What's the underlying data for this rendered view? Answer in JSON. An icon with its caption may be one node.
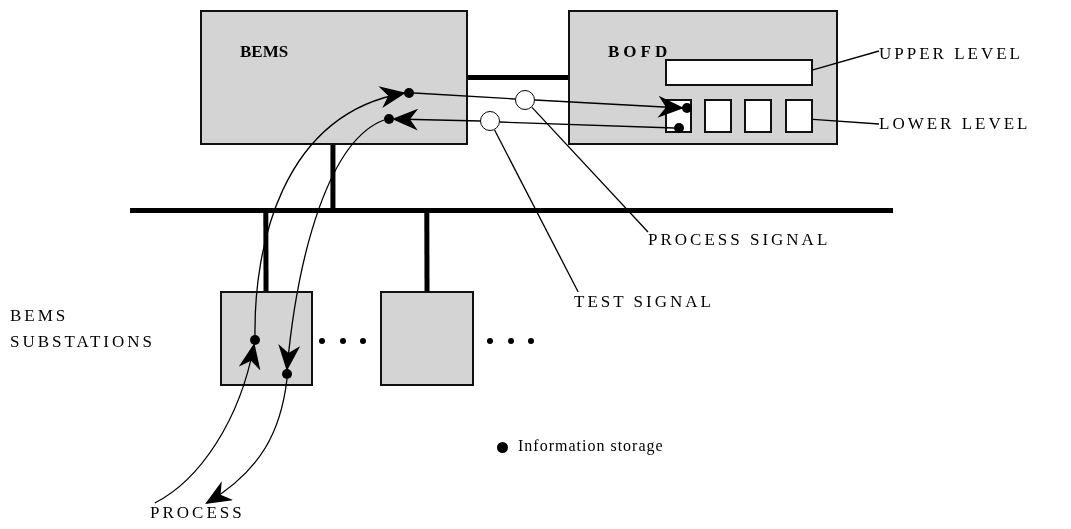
{
  "diagram": {
    "nodes": [
      {
        "text": [
          "BEMS"
        ]
      },
      {
        "text": [],
        "shape": "circle",
        "in": 0
      },
      {
        "text": [],
        "shape": "circle",
        "in": 0
      },
      {
        "text": [
          "BOFD"
        ]
      },
      {
        "text": [],
        "shape": "box",
        "in": 3
      },
      {
        "text": [],
        "shape": "box",
        "in": 3
      },
      {
        "text": [],
        "shape": "circle",
        "in": 5
      },
      {
        "text": [],
        "shape": "circle",
        "in": 5
      },
      {
        "text": [],
        "shape": "box",
        "in": 3
      },
      {
        "text": [],
        "shape": "box",
        "in": 3
      },
      {
        "text": [],
        "shape": "box",
        "in": 3
      },
      {
        "text": [
          "UPPER LEVEL"
        ]
      },
      {
        "text": [
          "LOWER LEVEL"
        ]
      },
      {
        "text": [],
        "shape": "circle"
      },
      {
        "text": [],
        "shape": "circle"
      },
      {
        "text": [],
        "shape": "bar"
      },
      {
        "text": [
          "PROCESS SIGNAL"
        ]
      },
      {
        "text": [
          "TEST SIGNAL"
        ]
      },
      {
        "text": [],
        "shape": "box"
      },
      {
        "text": [],
        "shape": "circle",
        "in": 18
      },
      {
        "text": [],
        "shape": "circle",
        "in": 18
      },
      {
        "text": [],
        "shape": "box"
      },
      {
        "text": [
          "PROCESS"
        ]
      }
    ],
    "edges": [
      {
        "from": 0,
        "to": 3,
        "arrow": "none",
        "style": "thick"
      },
      {
        "from": 0,
        "to": 15,
        "arrow": "none",
        "style": "thick"
      },
      {
        "from": 15,
        "to": 18,
        "arrow": "none",
        "style": "thick"
      },
      {
        "from": 15,
        "to": 21,
        "arrow": "none",
        "style": "thick"
      },
      {
        "from": 11,
        "to": 4,
        "arrow": "none"
      },
      {
        "from": 12,
        "to": 10,
        "arrow": "none"
      },
      {
        "from": 16,
        "to": 13,
        "arrow": "none"
      },
      {
        "from": 17,
        "to": 14,
        "arrow": "none"
      },
      {
        "from": 22,
        "to": 19,
        "arrow": "to"
      },
      {
        "from": 19,
        "to": 1,
        "arrow": "to"
      },
      {
        "from": 1,
        "to": 13,
        "arrow": "none"
      },
      {
        "from": 13,
        "to": 6,
        "arrow": "to"
      },
      {
        "from": 7,
        "to": 14,
        "arrow": "none"
      },
      {
        "from": 14,
        "to": 2,
        "arrow": "to"
      },
      {
        "from": 2,
        "to": 20,
        "arrow": "to"
      },
      {
        "from": 20,
        "to": 22,
        "arrow": "to"
      }
    ],
    "labels": [
      "BEMS SUBSTATIONS"
    ],
    "legend": [
      {
        "text": "Information storage"
      }
    ]
  }
}
